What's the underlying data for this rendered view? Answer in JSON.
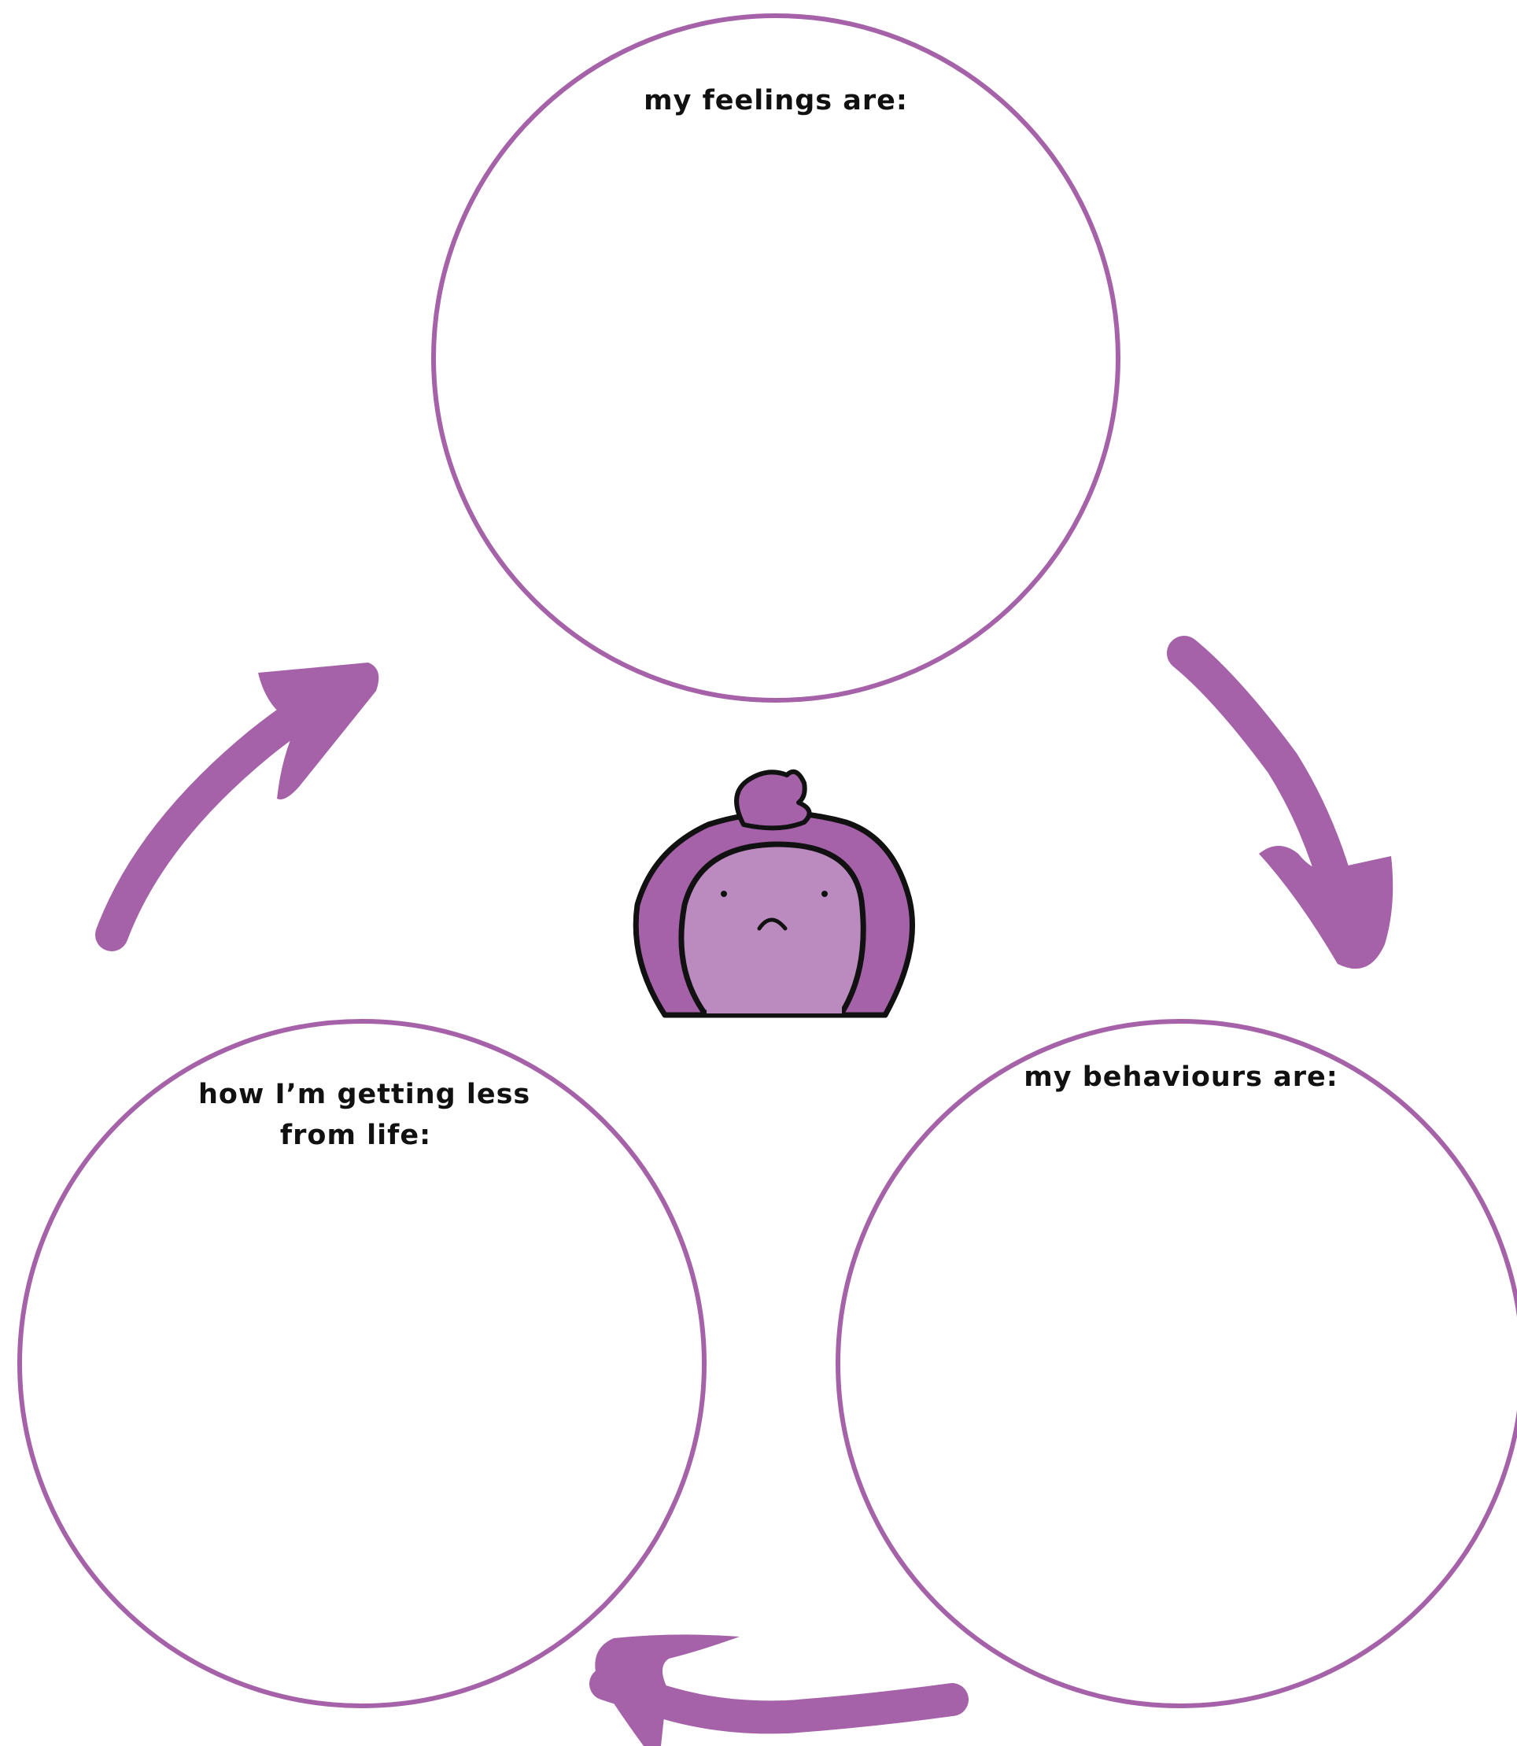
{
  "colors": {
    "accent": "#a562a8",
    "face_fill": "#bb8bbf",
    "outline": "#111111",
    "background": "#ffffff"
  },
  "circles": {
    "feelings": {
      "label": "my feelings are:"
    },
    "behaviours": {
      "label": "my behaviours are:"
    },
    "life": {
      "label_line1": "how I’m getting less",
      "label_line2": "from life:"
    }
  },
  "center_character": {
    "icon": "sad-face-character-icon",
    "mood": "sad"
  },
  "arrows": [
    {
      "name": "arrow-life-to-feelings-icon",
      "direction": "up-right"
    },
    {
      "name": "arrow-feelings-to-behaviours-icon",
      "direction": "down-right"
    },
    {
      "name": "arrow-behaviours-to-life-icon",
      "direction": "left"
    }
  ]
}
